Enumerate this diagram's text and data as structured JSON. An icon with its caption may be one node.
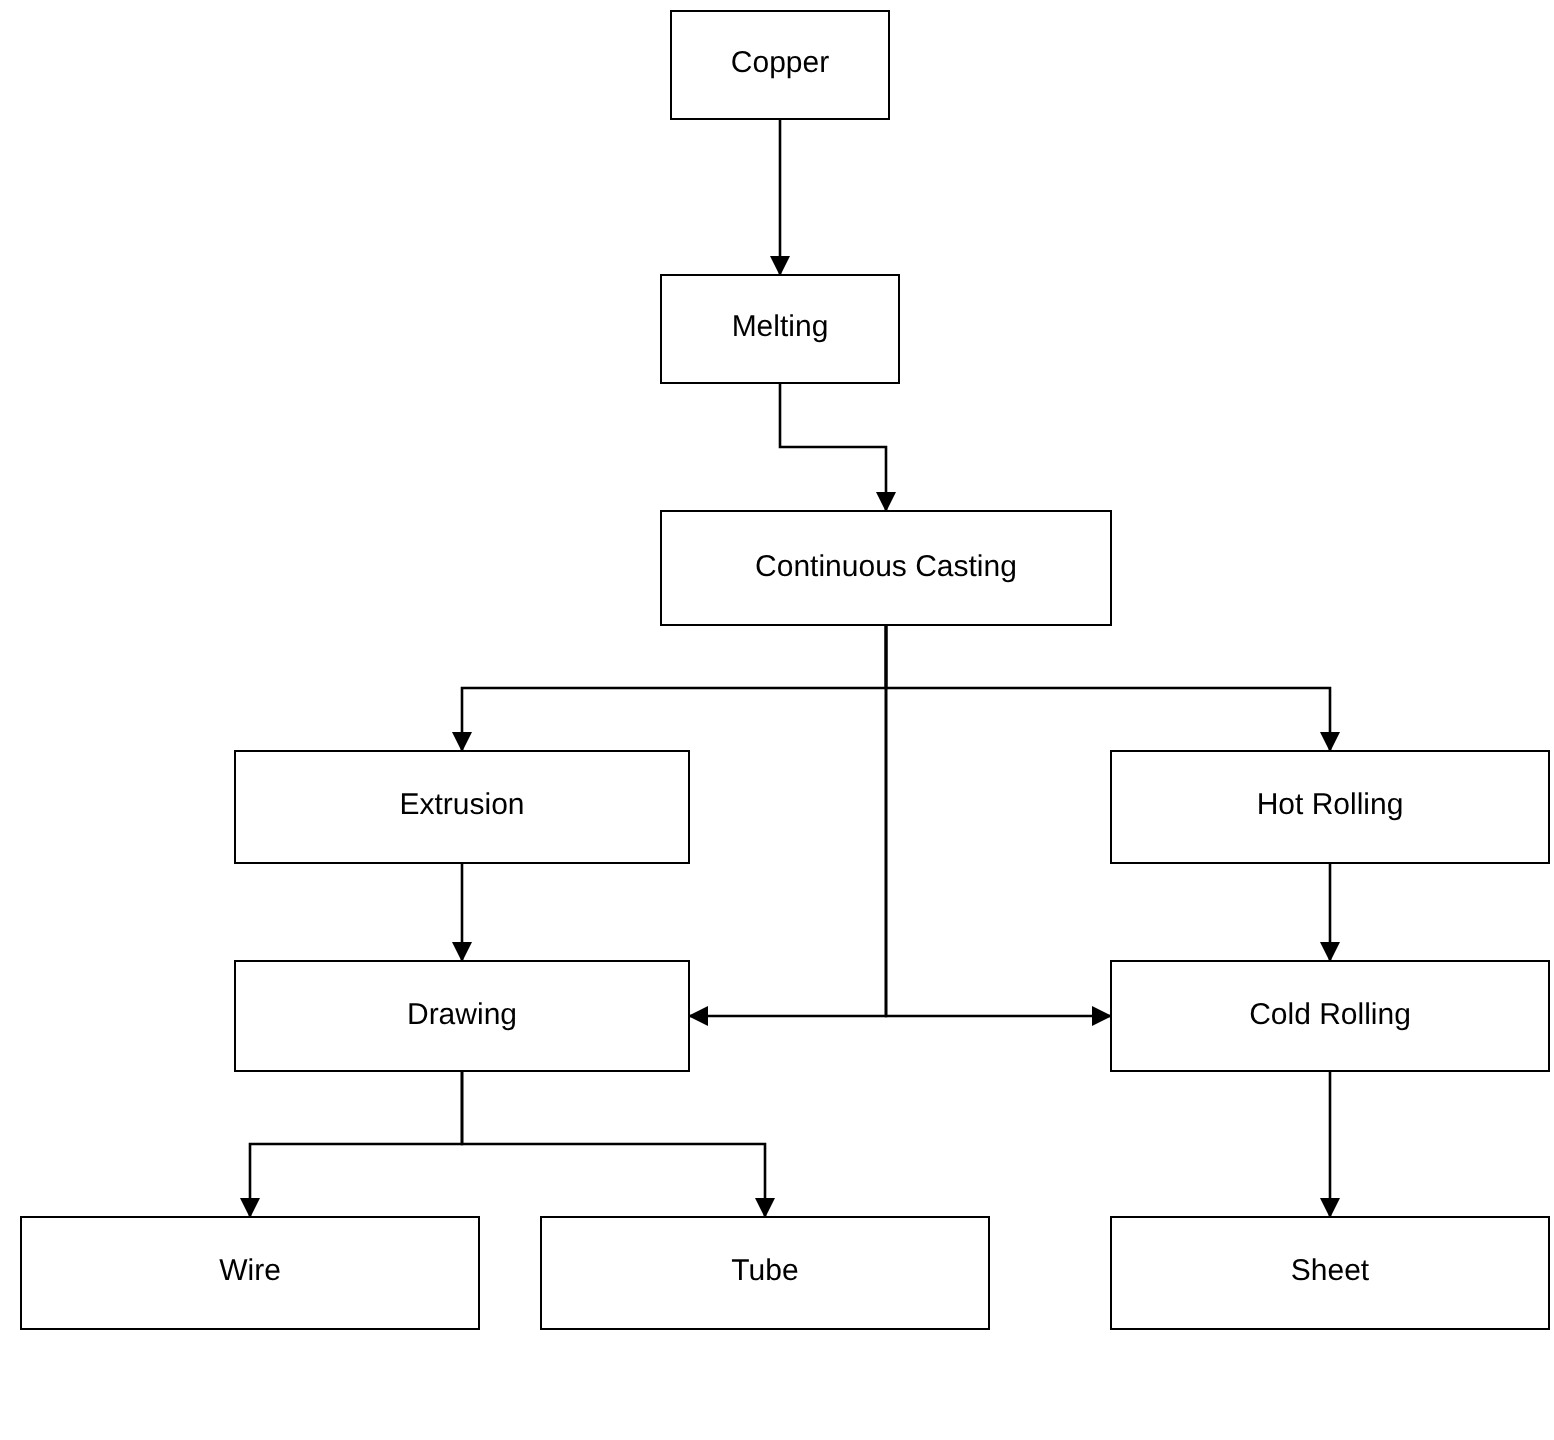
{
  "diagram": {
    "nodes": [
      {
        "text": [
          "Copper"
        ]
      },
      {
        "text": [
          "Melting"
        ]
      },
      {
        "text": [
          "Continuous Casting"
        ]
      },
      {
        "text": [
          "Extrusion"
        ]
      },
      {
        "text": [
          "Hot Rolling"
        ]
      },
      {
        "text": [
          "Drawing"
        ]
      },
      {
        "text": [
          "Cold Rolling"
        ]
      },
      {
        "text": [
          "Wire"
        ]
      },
      {
        "text": [
          "Tube"
        ]
      },
      {
        "text": [
          "Sheet"
        ]
      }
    ],
    "edges": [
      {
        "from": 0,
        "to": 1,
        "arrow": "to"
      },
      {
        "from": 1,
        "to": 2,
        "arrow": "to"
      },
      {
        "from": 2,
        "to": 3,
        "arrow": "to"
      },
      {
        "from": 2,
        "to": 4,
        "arrow": "to"
      },
      {
        "from": 2,
        "to": 5,
        "arrow": "to"
      },
      {
        "from": 2,
        "to": 6,
        "arrow": "to"
      },
      {
        "from": 3,
        "to": 5,
        "arrow": "to"
      },
      {
        "from": 4,
        "to": 6,
        "arrow": "to"
      },
      {
        "from": 5,
        "to": 7,
        "arrow": "to"
      },
      {
        "from": 5,
        "to": 8,
        "arrow": "to"
      },
      {
        "from": 6,
        "to": 9,
        "arrow": "to"
      }
    ]
  }
}
